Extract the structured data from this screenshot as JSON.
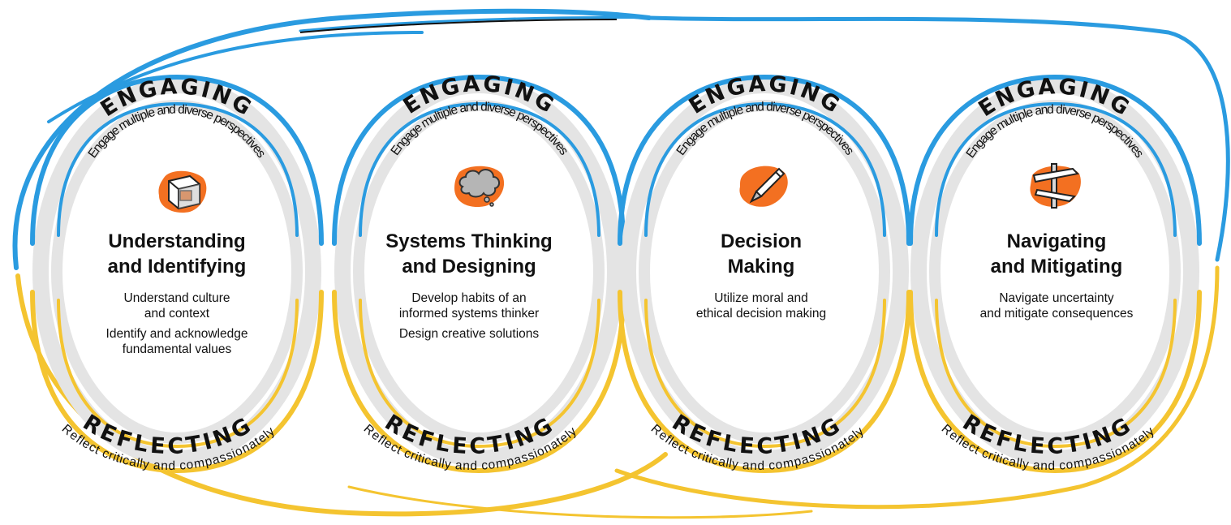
{
  "loops": [
    {
      "engaging_label": "ENGAGING",
      "engaging_text": "Engage multiple and diverse perspectives",
      "title_line1": "Understanding",
      "title_line2": "and Identifying",
      "desc_line1": "Understand culture",
      "desc_line2": "and context",
      "desc_line3": "Identify and acknowledge",
      "desc_line4": "fundamental values",
      "reflecting_label": "REFLECTING",
      "reflecting_text": "Reflect critically and compassionately",
      "icon": "cube-icon"
    },
    {
      "engaging_label": "ENGAGING",
      "engaging_text": "Engage multiple and diverse perspectives",
      "title_line1": "Systems Thinking",
      "title_line2": "and Designing",
      "desc_line1": "Develop habits of an",
      "desc_line2": "informed systems thinker",
      "desc_line3": "Design creative solutions",
      "desc_line4": "",
      "reflecting_label": "REFLECTING",
      "reflecting_text": "Reflect critically and compassionately",
      "icon": "thought-cloud-icon"
    },
    {
      "engaging_label": "ENGAGING",
      "engaging_text": "Engage multiple and diverse perspectives",
      "title_line1": "Decision",
      "title_line2": "Making",
      "desc_line1": "Utilize moral and",
      "desc_line2": "ethical decision making",
      "desc_line3": "",
      "desc_line4": "",
      "reflecting_label": "REFLECTING",
      "reflecting_text": "Reflect critically and compassionately",
      "icon": "pen-icon"
    },
    {
      "engaging_label": "ENGAGING",
      "engaging_text": "Engage multiple and diverse perspectives",
      "title_line1": "Navigating",
      "title_line2": "and Mitigating",
      "desc_line1": "Navigate uncertainty",
      "desc_line2": "and mitigate consequences",
      "desc_line3": "",
      "desc_line4": "",
      "reflecting_label": "REFLECTING",
      "reflecting_text": "Reflect critically and compassionately",
      "icon": "signpost-icon"
    }
  ],
  "colors": {
    "engaging_arc": "#2a9be0",
    "reflecting_arc": "#f4c430",
    "inner_ring": "#e4e4e4",
    "icon_splash": "#f37021",
    "text": "#111111"
  }
}
